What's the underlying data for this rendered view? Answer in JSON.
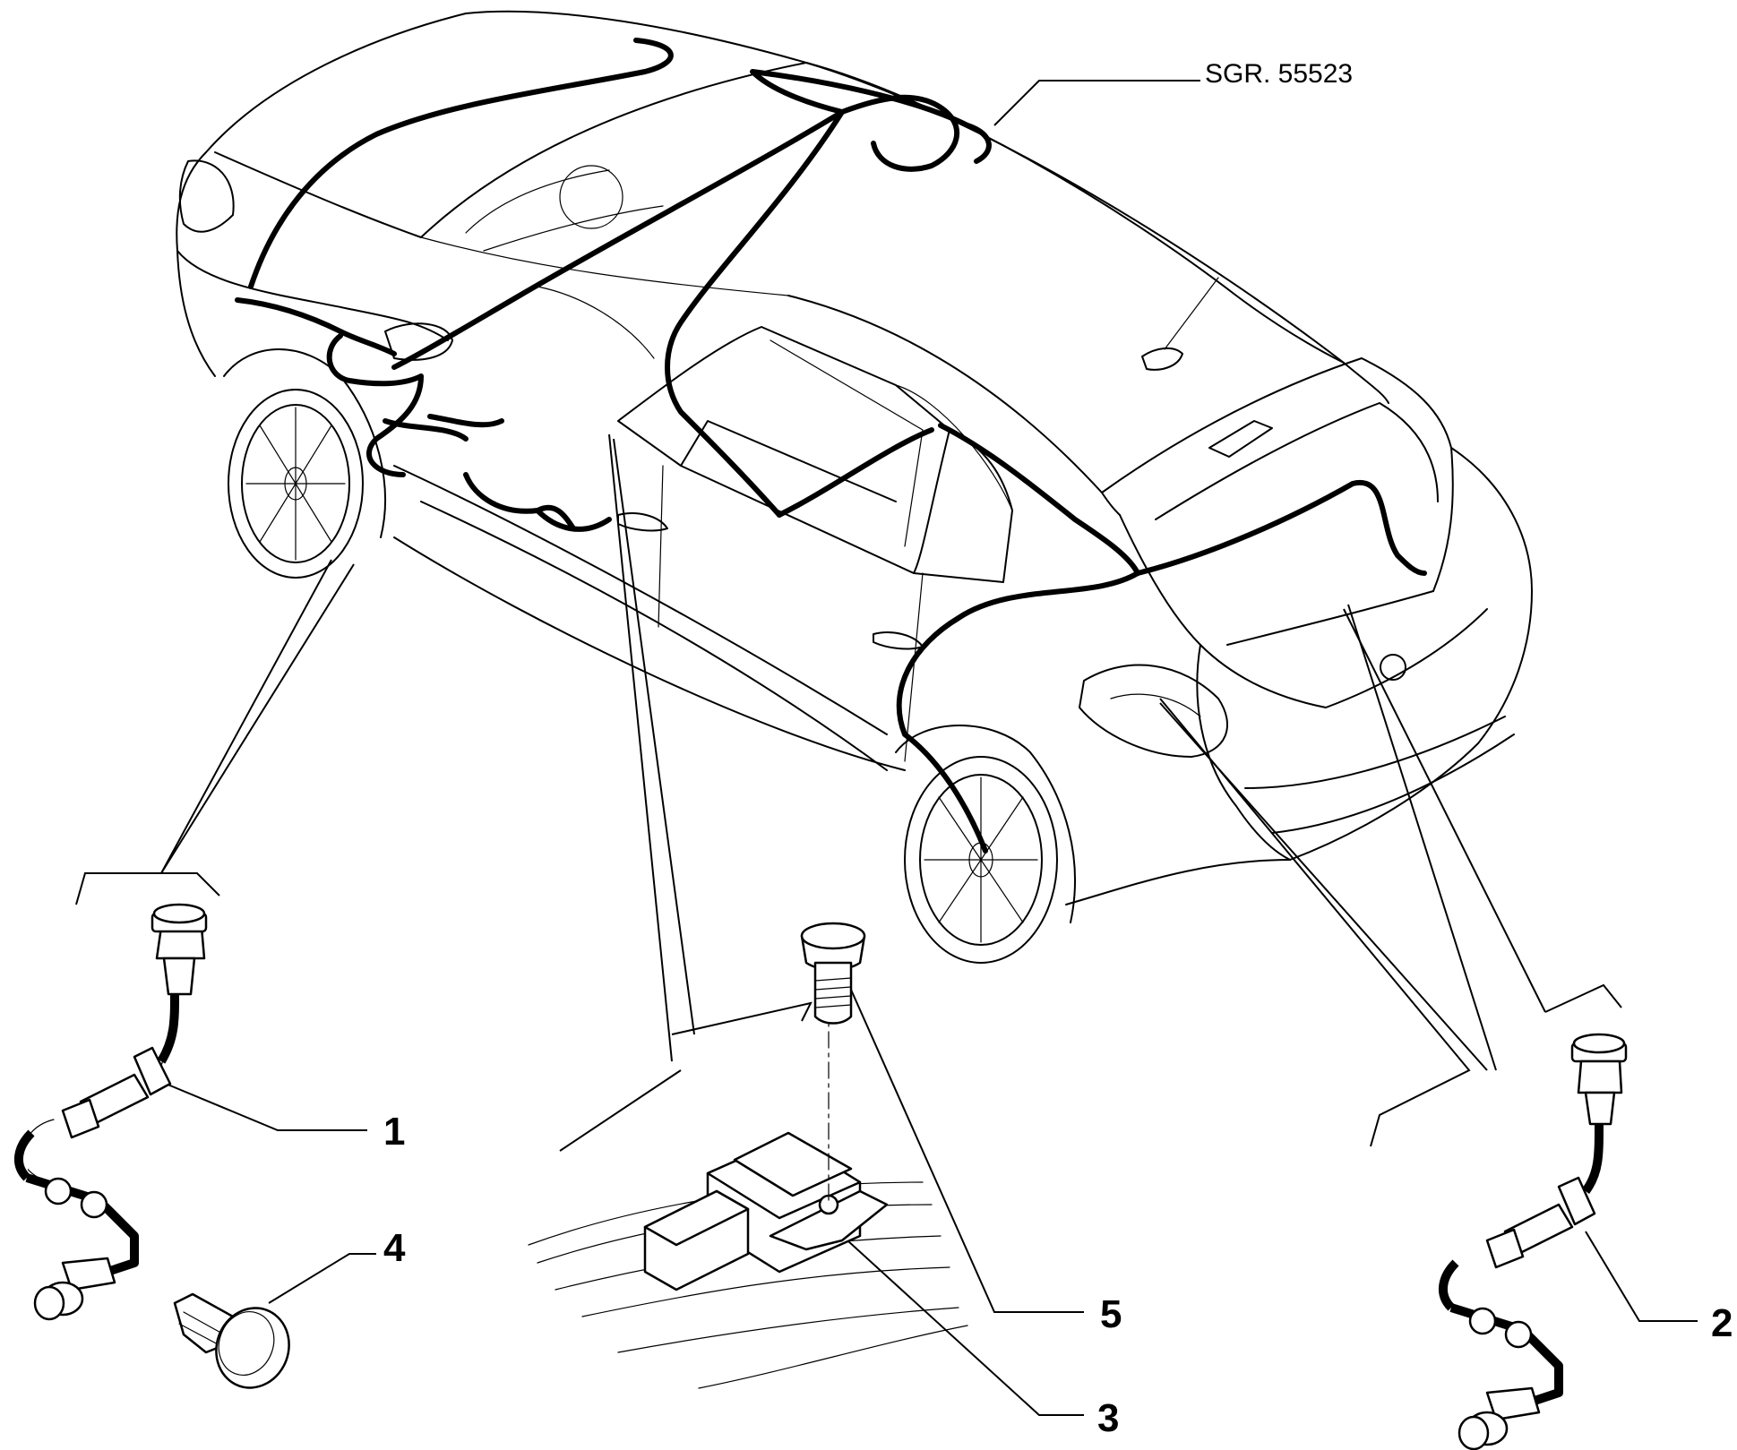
{
  "reference": "SGR. 55523",
  "callouts": [
    {
      "id": "1",
      "label": "1"
    },
    {
      "id": "2",
      "label": "2"
    },
    {
      "id": "3",
      "label": "3"
    },
    {
      "id": "4",
      "label": "4"
    },
    {
      "id": "5",
      "label": "5"
    }
  ]
}
